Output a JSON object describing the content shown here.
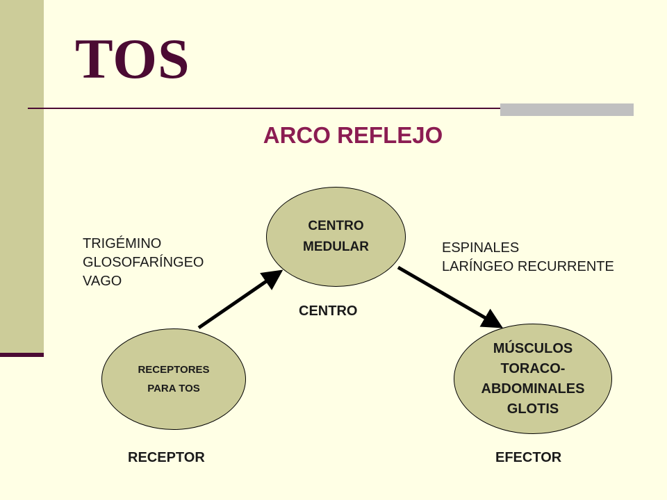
{
  "title": "TOS",
  "subtitle": "ARCO REFLEJO",
  "nodes": {
    "centro": "CENTRO\nMEDULAR",
    "receptor": "RECEPTORES\nPARA TOS",
    "efector": "MÚSCULOS\nTORACO-\nABDOMINALES\nGLOTIS"
  },
  "labels": {
    "centro": "CENTRO",
    "receptor": "RECEPTOR",
    "efector": "EFECTOR"
  },
  "nerves": {
    "afferent": "TRIGÉMINO\nGLOSOFARÍNGEO\nVAGO",
    "efferent": "ESPINALES\nLARÍNGEO RECURRENTE"
  },
  "colors": {
    "background": "#FFFFE5",
    "accent": "#4B0A33",
    "subtitle": "#8B1C52",
    "node_fill": "#CCCC99"
  }
}
